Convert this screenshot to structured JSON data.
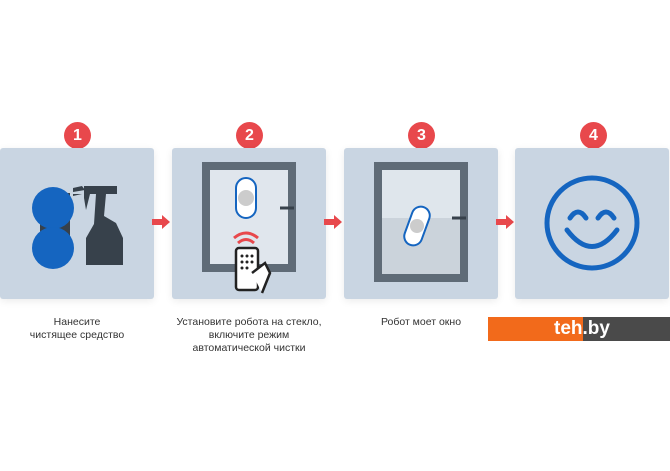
{
  "steps": [
    {
      "number": "1",
      "caption": [
        "Нанесите",
        "чистящее средство"
      ],
      "icon": "spray-bottle-icon"
    },
    {
      "number": "2",
      "caption": [
        "Установите робота на стекло,",
        "включите режим",
        "автоматической чистки"
      ],
      "icon": "robot-remote-icon"
    },
    {
      "number": "3",
      "caption": [
        "Робот моет окно"
      ],
      "icon": "robot-window-icon"
    },
    {
      "number": "4",
      "icon": "smiley-icon"
    }
  ],
  "logo": {
    "text": "teh.by"
  },
  "colors": {
    "badge": "#e8484c",
    "panel": "#c9d5e2",
    "blue": "#1565c0",
    "dark": "#37414b",
    "orange": "#f26a1b"
  }
}
